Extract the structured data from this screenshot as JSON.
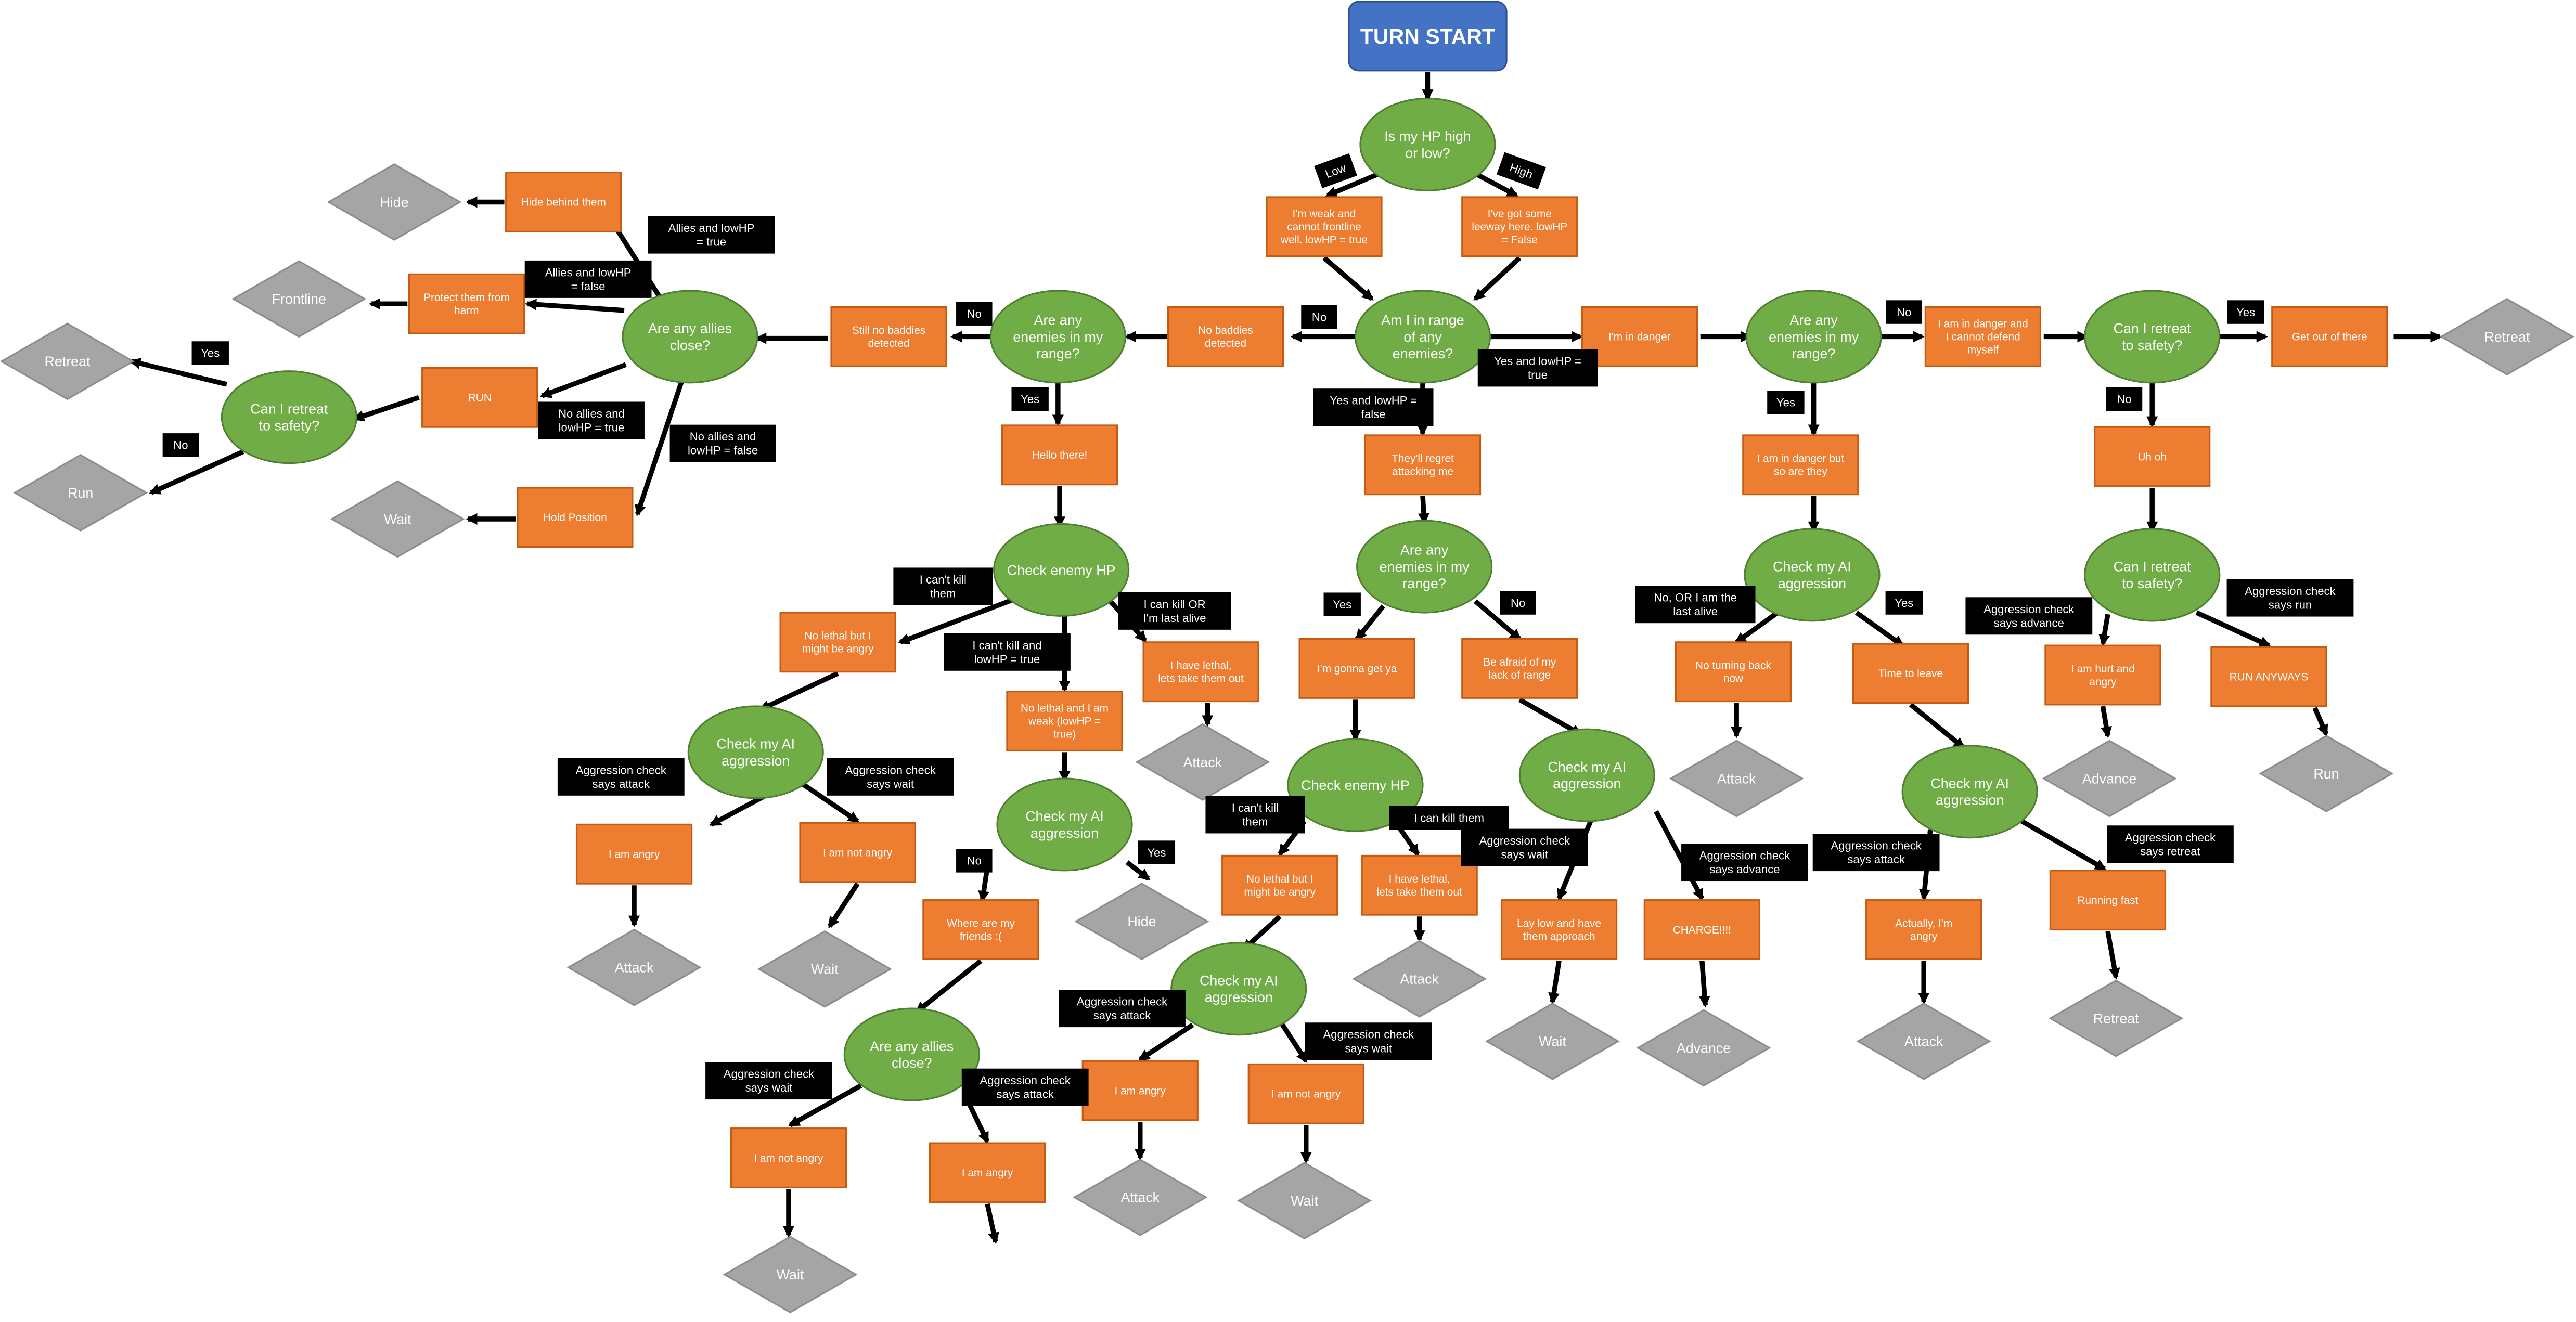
{
  "colors": {
    "start": "#4472C4",
    "decision": "#70AD47",
    "action": "#ED7D31",
    "terminal": "#A5A5A5",
    "condition": "#000000",
    "arrow": "#000000"
  },
  "start": {
    "label": "TURN START"
  },
  "decisions": [
    "Is my HP high or low?",
    "Am I in range of any enemies?",
    "Are any enemies in my range?",
    "Are any allies close?",
    "Can I retreat to safety?",
    "Check enemy HP",
    "Check my AI aggression",
    "Check my AI aggression",
    "Are any allies close?",
    "Check my AI aggression",
    "Are any enemies in my range?",
    "Check enemy HP",
    "Check my AI aggression",
    "Check my AI aggression",
    "Are any enemies in my range?",
    "Can I retreat to safety?",
    "Check my AI aggression",
    "Can I retreat to safety?",
    "Check my AI aggression"
  ],
  "actions": [
    "I'm weak and cannot frontline well. lowHP = true",
    "I've got some leeway here. lowHP = False",
    "No baddies detected",
    "Still no baddies detected",
    "Hide behind them",
    "Protect them from harm",
    "RUN",
    "Hold Position",
    "Hello there!",
    "No lethal but I might be angry",
    "I am angry",
    "I am not angry",
    "No lethal and I am weak (lowHP = true)",
    "I have lethal, lets take them out",
    "Where are my friends :(",
    "I am not angry",
    "I am angry",
    "They'll regret attacking me",
    "I'm gonna get ya",
    "Be afraid of my lack of range",
    "No lethal but I might be angry",
    "I have lethal, lets take them out",
    "I am angry",
    "I am not angry",
    "Lay low and have them approach",
    "CHARGE!!!!",
    "I'm in danger",
    "I am in danger but so are they",
    "I am in danger and I cannot defend myself",
    "No turning back now",
    "Time to leave",
    "Actually, I'm angry",
    "Running fast",
    "Get out of there",
    "Uh oh",
    "I am hurt and angry",
    "RUN ANYWAYS"
  ],
  "terminals": [
    "Hide",
    "Frontline",
    "Retreat",
    "Run",
    "Wait",
    "Attack",
    "Wait",
    "Hide",
    "Wait",
    "Attack",
    "Attack",
    "Attack",
    "Wait",
    "Wait",
    "Advance",
    "Attack",
    "Attack",
    "Retreat",
    "Retreat",
    "Advance",
    "Run"
  ],
  "conditions": [
    "Low",
    "High",
    "No",
    "No",
    "Yes and lowHP = false",
    "Yes and lowHP = true",
    "Allies and lowHP = true",
    "Allies and lowHP = false",
    "No allies and lowHP = true",
    "No allies and lowHP = false",
    "Yes",
    "No",
    "Yes",
    "I can't kill them",
    "I can't kill and lowHP = true",
    "I can kill OR I'm last alive",
    "Aggression check says attack",
    "Aggression check says wait",
    "No",
    "Yes",
    "Aggression check says wait",
    "Aggression check says attack",
    "Yes",
    "No",
    "I can't kill them",
    "I can kill them",
    "Aggression check says attack",
    "Aggression check says wait",
    "Aggression check says wait",
    "Aggression check says advance",
    "No",
    "Yes",
    "No, OR I am the last alive",
    "Yes",
    "Aggression check says attack",
    "Aggression check says retreat",
    "Yes",
    "No",
    "Aggression check says advance",
    "Aggression check says run"
  ]
}
